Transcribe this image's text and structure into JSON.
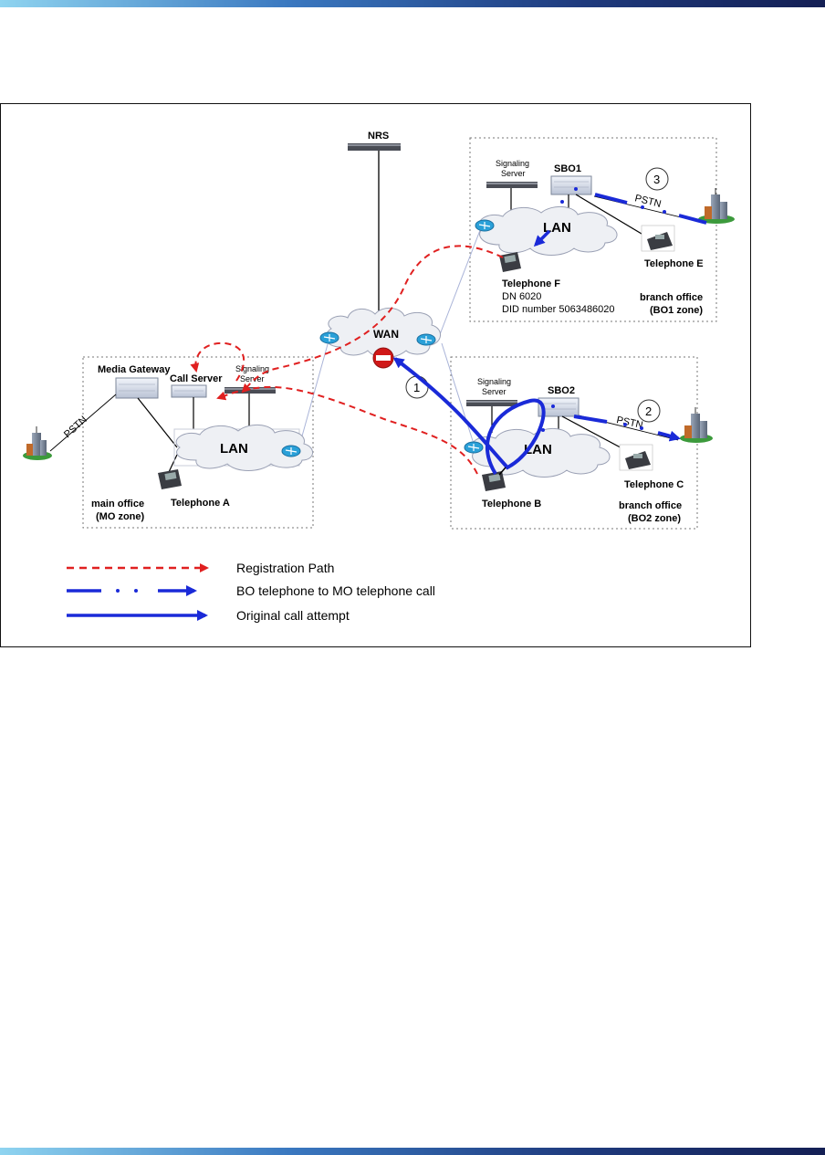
{
  "diagram": {
    "nrs": "NRS",
    "wan": "WAN",
    "bo1": {
      "signaling_server_line1": "Signaling",
      "signaling_server_line2": "Server",
      "sbo_label": "SBO1",
      "lan": "LAN",
      "pstn": "PSTN",
      "step_number": "3",
      "telephone_f": "Telephone F",
      "telephone_f_dn": "DN 6020",
      "telephone_f_did": "DID number 5063486020",
      "telephone_e": "Telephone E",
      "zone_line1": "branch office",
      "zone_line2": "(BO1 zone)"
    },
    "mo": {
      "media_gateway": "Media Gateway",
      "call_server": "Call Server",
      "signaling_server_line1": "Signaling",
      "signaling_server_line2": "Server",
      "lan": "LAN",
      "pstn": "PSTN",
      "telephone_a": "Telephone A",
      "zone_line1": "main office",
      "zone_line2": "(MO zone)"
    },
    "bo2": {
      "signaling_server_line1": "Signaling",
      "signaling_server_line2": "Server",
      "sbo_label": "SBO2",
      "lan": "LAN",
      "pstn": "PSTN",
      "step_number_call": "1",
      "step_number_pstn": "2",
      "telephone_b": "Telephone B",
      "telephone_c": "Telephone C",
      "zone_line1": "branch office",
      "zone_line2": "(BO2 zone)"
    },
    "legend": {
      "registration_path": "Registration Path",
      "bo_to_mo_call": "BO telephone to MO telephone call",
      "original_call": "Original call attempt"
    },
    "colors": {
      "registration": "#e02020",
      "call": "#1a2ad8",
      "router": "#2aa0d8"
    }
  }
}
